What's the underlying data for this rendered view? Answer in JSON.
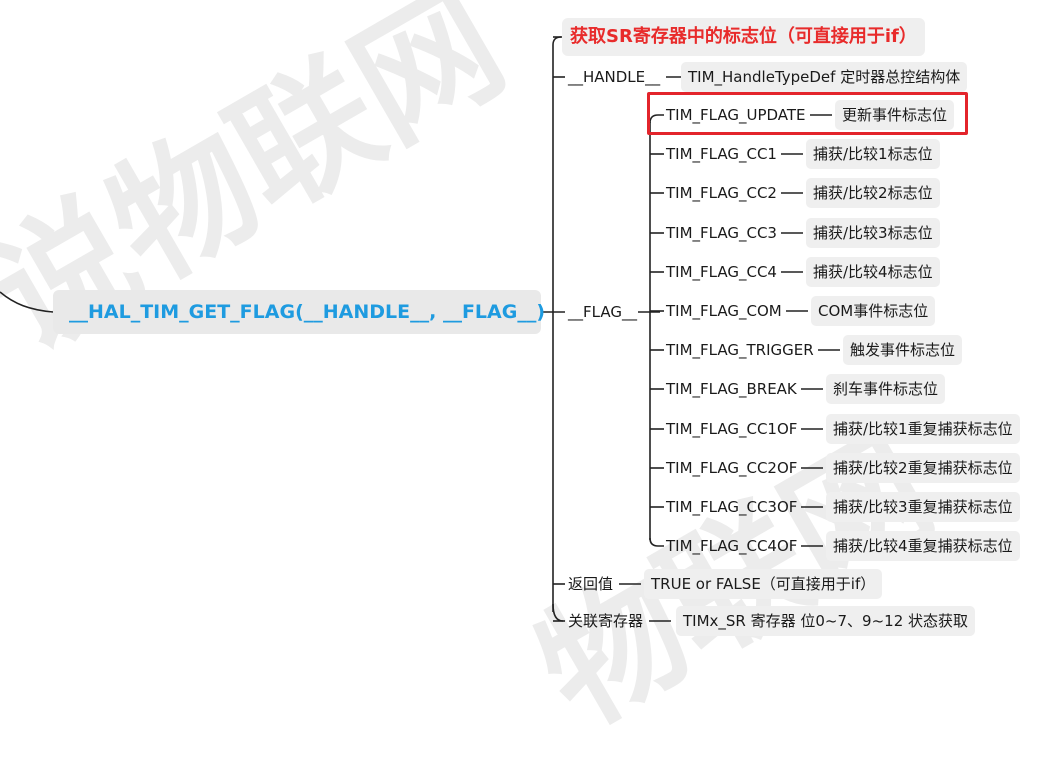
{
  "watermark": {
    "text_top": "说物联网",
    "text_bottom": "物联网"
  },
  "root": {
    "label": "__HAL_TIM_GET_FLAG(__HANDLE__, __FLAG__)"
  },
  "title": {
    "label": "获取SR寄存器中的标志位（可直接用于if）"
  },
  "handle": {
    "key": "__HANDLE__",
    "value": "TIM_HandleTypeDef 定时器总控结构体"
  },
  "flag": {
    "key": "__FLAG__",
    "items": [
      {
        "name": "TIM_FLAG_UPDATE",
        "desc": "更新事件标志位",
        "highlighted": true
      },
      {
        "name": "TIM_FLAG_CC1",
        "desc": "捕获/比较1标志位"
      },
      {
        "name": "TIM_FLAG_CC2",
        "desc": "捕获/比较2标志位"
      },
      {
        "name": "TIM_FLAG_CC3",
        "desc": "捕获/比较3标志位"
      },
      {
        "name": "TIM_FLAG_CC4",
        "desc": "捕获/比较4标志位"
      },
      {
        "name": "TIM_FLAG_COM",
        "desc": "COM事件标志位"
      },
      {
        "name": "TIM_FLAG_TRIGGER",
        "desc": "触发事件标志位"
      },
      {
        "name": "TIM_FLAG_BREAK",
        "desc": "刹车事件标志位"
      },
      {
        "name": "TIM_FLAG_CC1OF",
        "desc": "捕获/比较1重复捕获标志位"
      },
      {
        "name": "TIM_FLAG_CC2OF",
        "desc": "捕获/比较2重复捕获标志位"
      },
      {
        "name": "TIM_FLAG_CC3OF",
        "desc": "捕获/比较3重复捕获标志位"
      },
      {
        "name": "TIM_FLAG_CC4OF",
        "desc": "捕获/比较4重复捕获标志位"
      }
    ]
  },
  "return_value": {
    "key": "返回值",
    "value": "TRUE or FALSE（可直接用于if）"
  },
  "register": {
    "key": "关联寄存器",
    "value": "TIMx_SR 寄存器 位0~7、9~12 状态获取"
  },
  "colors": {
    "accent_blue": "#1e9be0",
    "title_red": "#e82b2b",
    "highlight_red": "#e3242b",
    "node_bg": "#efefef"
  }
}
